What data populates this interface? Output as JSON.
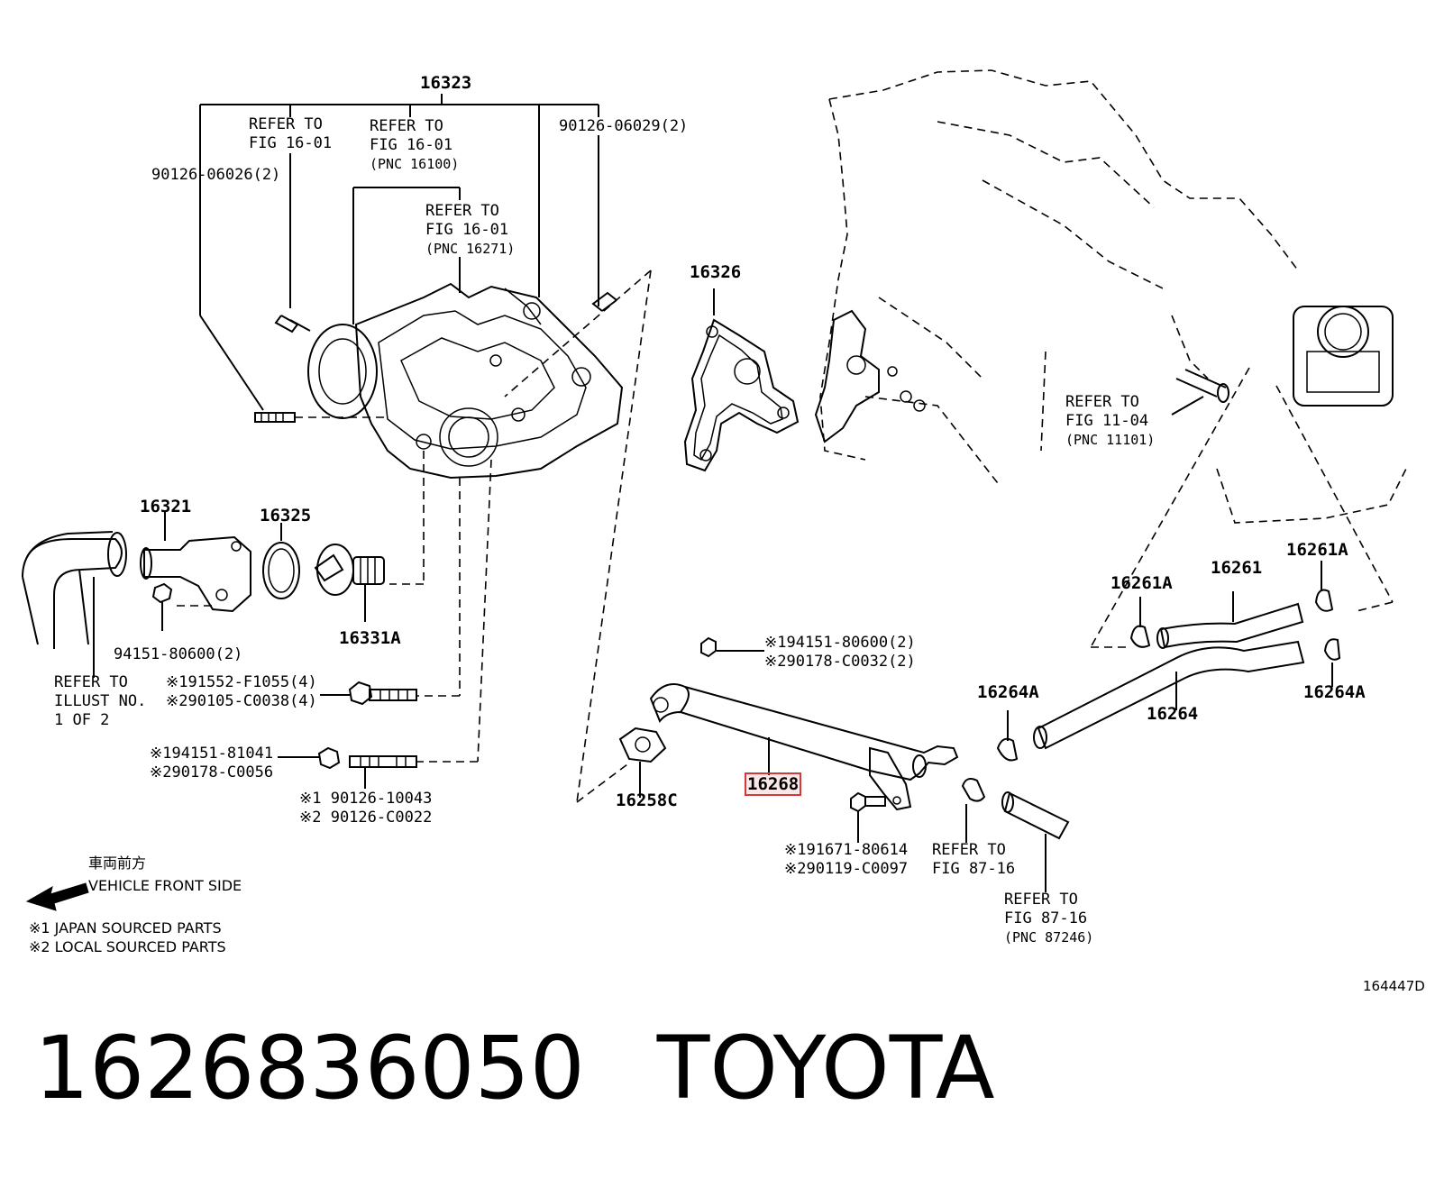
{
  "highlight_color": "#d23a3a",
  "labels": {
    "pn_16323": "16323",
    "refer_fig1601_a": [
      "REFER TO",
      "FIG 16-01"
    ],
    "refer_fig1601_b": [
      "REFER TO",
      "FIG 16-01",
      "(PNC 16100)"
    ],
    "refer_fig1601_c": [
      "REFER TO",
      "FIG 16-01",
      "(PNC 16271)"
    ],
    "bolt_9012606026": "90126-06026(2)",
    "bolt_9012606029": "90126-06029(2)",
    "pn_16326": "16326",
    "pn_16321": "16321",
    "pn_16325": "16325",
    "pn_16331a": "16331A",
    "nut_9415180600": "94151-80600(2)",
    "refer_illust": [
      "REFER TO",
      "ILLUST NO.",
      "1 OF 2"
    ],
    "bolt_191552": [
      "※191552-F1055(4)",
      "※290105-C0038(4)"
    ],
    "nut_194151_81041": [
      "※194151-81041",
      "※290178-C0056"
    ],
    "stud_90126_10043": [
      "※1 90126-10043",
      "※2 90126-C0022"
    ],
    "nut_194151_80600": [
      "※194151-80600(2)",
      "※290178-C0032(2)"
    ],
    "pn_16258c": "16258C",
    "pn_16268": "16268",
    "bolt_191671": [
      "※191671-80614",
      "※290119-C0097"
    ],
    "refer_fig8716_a": [
      "REFER TO",
      "FIG 87-16"
    ],
    "refer_fig8716_b": [
      "REFER TO",
      "FIG 87-16",
      "(PNC 87246)"
    ],
    "refer_fig1104": [
      "REFER TO",
      "FIG 11-04",
      "(PNC 11101)"
    ],
    "pn_16261a_left": "16261A",
    "pn_16261": "16261",
    "pn_16261a_right": "16261A",
    "pn_16264a_left": "16264A",
    "pn_16264": "16264",
    "pn_16264a_right": "16264A",
    "front_jp": "車両前方",
    "front_en": "VEHICLE FRONT SIDE",
    "legend_1": "※1 JAPAN SOURCED PARTS",
    "legend_2": "※2 LOCAL SOURCED PARTS",
    "fig_id": "164447D"
  },
  "caption": {
    "part_number": "1626836050",
    "brand": "TOYOTA"
  }
}
